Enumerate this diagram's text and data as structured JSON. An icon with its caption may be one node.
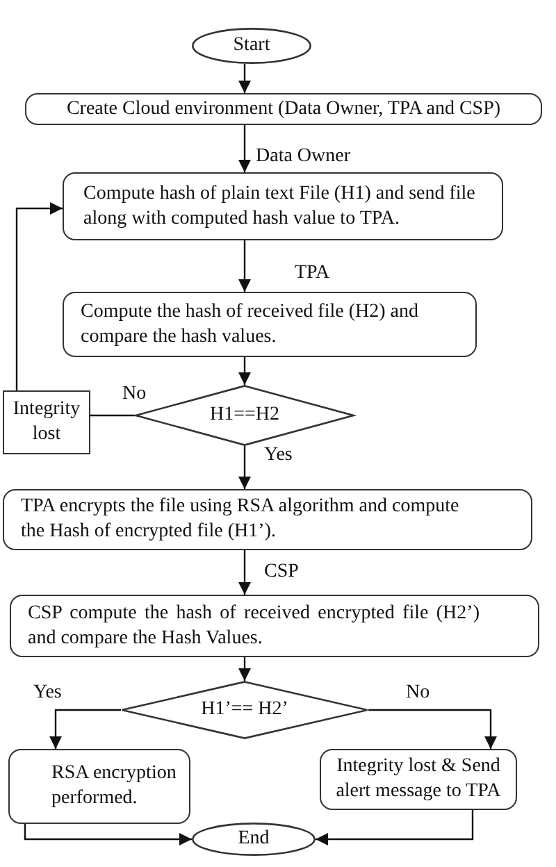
{
  "diagram": {
    "nodes": [
      {
        "text": [
          "Start"
        ]
      },
      {
        "text": [
          "Create Cloud environment (Data Owner, TPA and CSP)"
        ]
      },
      {
        "text": [
          "Compute hash of plain text File (H1) and send file along with computed hash value to TPA."
        ]
      },
      {
        "text": [
          "Compute the hash of received file (H2) and compare the hash values."
        ]
      },
      {
        "text": [
          "H1==H2"
        ]
      },
      {
        "text": [
          "Integrity lost"
        ]
      },
      {
        "text": [
          "TPA encrypts the file using RSA algorithm and compute the Hash of encrypted file (H1’)."
        ]
      },
      {
        "text": [
          "CSP compute the hash of received encrypted file (H2’) and compare the Hash Values."
        ]
      },
      {
        "text": [
          "H1’== H2’"
        ]
      },
      {
        "text": [
          "RSA encryption performed."
        ]
      },
      {
        "text": [
          "Integrity lost & Send alert message to TPA"
        ]
      },
      {
        "text": [
          "End"
        ]
      }
    ],
    "edges": [
      {
        "from": 0,
        "to": 1,
        "arrow": "to"
      },
      {
        "from": 1,
        "to": 2,
        "arrow": "to",
        "label": "Data Owner"
      },
      {
        "from": 2,
        "to": 3,
        "arrow": "to",
        "label": "TPA"
      },
      {
        "from": 3,
        "to": 4,
        "arrow": "to"
      },
      {
        "from": 4,
        "to": 5,
        "arrow": "none",
        "label": "No"
      },
      {
        "from": 5,
        "to": 2,
        "arrow": "to"
      },
      {
        "from": 4,
        "to": 6,
        "arrow": "to",
        "label": "Yes"
      },
      {
        "from": 6,
        "to": 7,
        "arrow": "to",
        "label": "CSP"
      },
      {
        "from": 7,
        "to": 8,
        "arrow": "to"
      },
      {
        "from": 8,
        "to": 9,
        "arrow": "to",
        "label": "Yes"
      },
      {
        "from": 8,
        "to": 10,
        "arrow": "to",
        "label": "No"
      },
      {
        "from": 9,
        "to": 11,
        "arrow": "to"
      },
      {
        "from": 10,
        "to": 11,
        "arrow": "to"
      }
    ]
  }
}
